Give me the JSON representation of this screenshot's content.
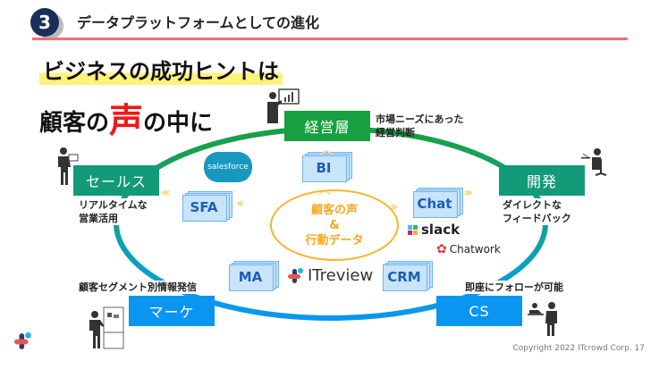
{
  "header": {
    "section_number": "3",
    "section_title": "データプラットフォームとしての進化"
  },
  "headline": {
    "line1": "ビジネスの成功ヒントは",
    "line2_before": "顧客の",
    "line2_emphasis": "声",
    "line2_after": "の中に"
  },
  "roles": {
    "management": {
      "label": "経営層",
      "note_line1": "市場ニーズにあった",
      "note_line2": "経営判断"
    },
    "sales": {
      "label": "セールス",
      "note_line1": "リアルタイムな",
      "note_line2": "営業活用"
    },
    "development": {
      "label": "開発",
      "note_line1": "ダイレクトな",
      "note_line2": "フィードバック"
    },
    "marketing": {
      "label": "マーケ",
      "note_line1": "顧客セグメント別情報発信"
    },
    "cs": {
      "label": "CS",
      "note_line1": "即座にフォローが可能"
    }
  },
  "tools": {
    "bi": "BI",
    "sfa": "SFA",
    "chat": "Chat",
    "ma": "MA",
    "crm": "CRM"
  },
  "center": {
    "line1": "顧客の声",
    "line2": "&",
    "line3": "行動データ"
  },
  "logos": {
    "salesforce": "salesforce",
    "slack": "slack",
    "chatwork": "Chatwork",
    "itreview": "ITreview"
  },
  "colors": {
    "management": "#18a040",
    "sales_dev": "#139a78",
    "marketing_cs": "#0a96f0",
    "center": "#f7b42c",
    "emphasis": "#f01818",
    "divider": "#f07078"
  },
  "footer": {
    "copyright": "Copyright 2022 ITcrowd Corp. 17"
  }
}
